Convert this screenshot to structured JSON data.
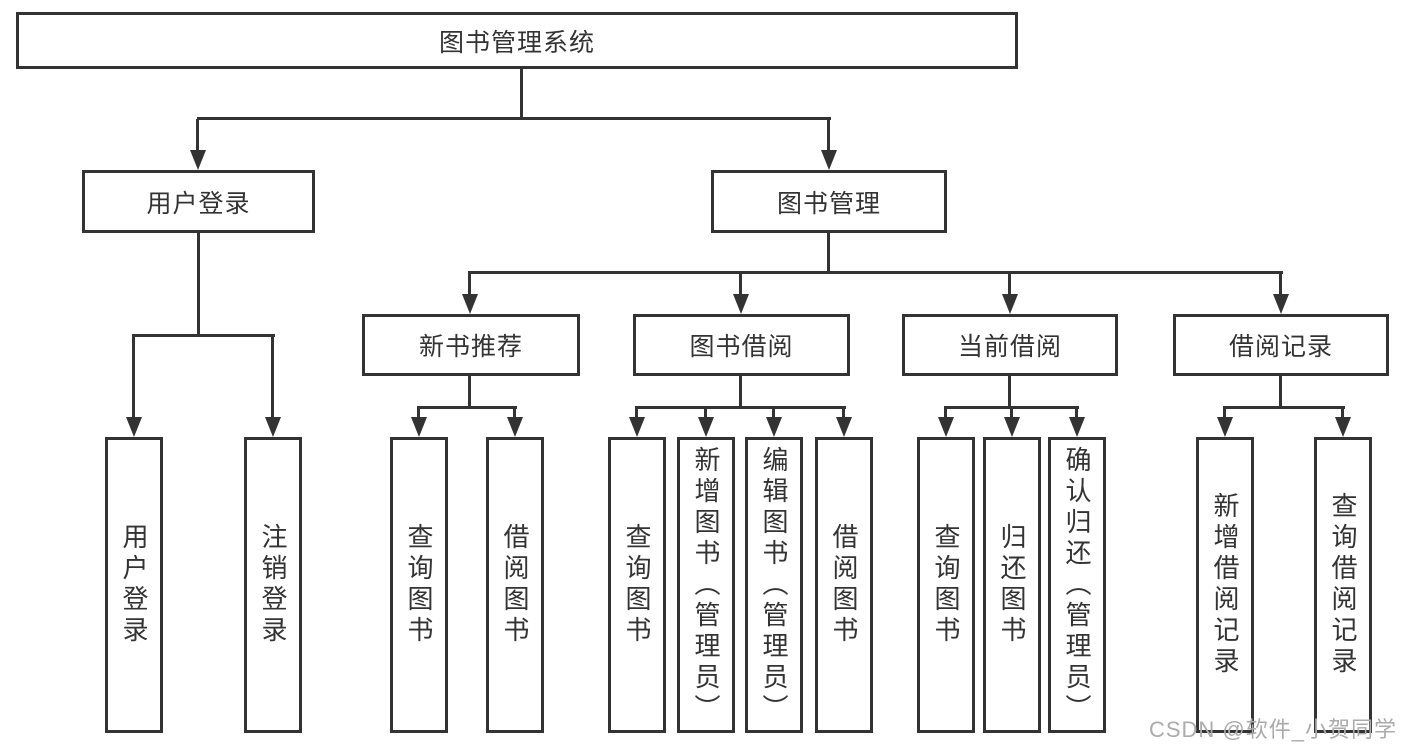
{
  "colors": {
    "line": "#333333",
    "text": "#333333",
    "bg": "#ffffff",
    "watermark": "#ababab"
  },
  "diagram": {
    "root": {
      "label": "图书管理系统"
    },
    "branches": [
      {
        "label": "用户登录",
        "children": [
          "用户登录",
          "注销登录"
        ]
      },
      {
        "label": "图书管理",
        "groups": [
          {
            "label": "新书推荐",
            "children": [
              "查询图书",
              "借阅图书"
            ]
          },
          {
            "label": "图书借阅",
            "children": [
              "查询图书",
              "新增图书（管理员）",
              "编辑图书（管理员）",
              "借阅图书"
            ]
          },
          {
            "label": "当前借阅",
            "children": [
              "查询图书",
              "归还图书",
              "确认归还（管理员）"
            ]
          },
          {
            "label": "借阅记录",
            "children": [
              "新增借阅记录",
              "查询借阅记录"
            ]
          }
        ]
      }
    ]
  },
  "watermark": {
    "text": "CSDN @软件_小贺同学"
  }
}
